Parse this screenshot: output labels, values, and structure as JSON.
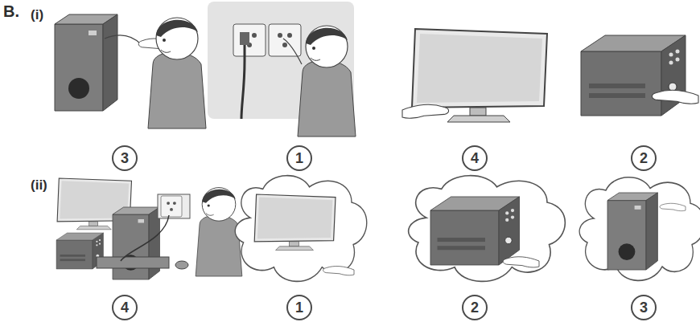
{
  "diagram": {
    "nodes": [
      {
        "text": [
          "3"
        ]
      },
      {
        "text": [
          "1"
        ]
      },
      {
        "text": [
          "4"
        ]
      },
      {
        "text": [
          "2"
        ]
      },
      {
        "text": [
          "4"
        ]
      },
      {
        "text": [
          "1"
        ]
      },
      {
        "text": [
          "2"
        ]
      },
      {
        "text": [
          "3"
        ]
      }
    ],
    "labels": [
      "B.",
      "(i)",
      "(ii)"
    ]
  }
}
